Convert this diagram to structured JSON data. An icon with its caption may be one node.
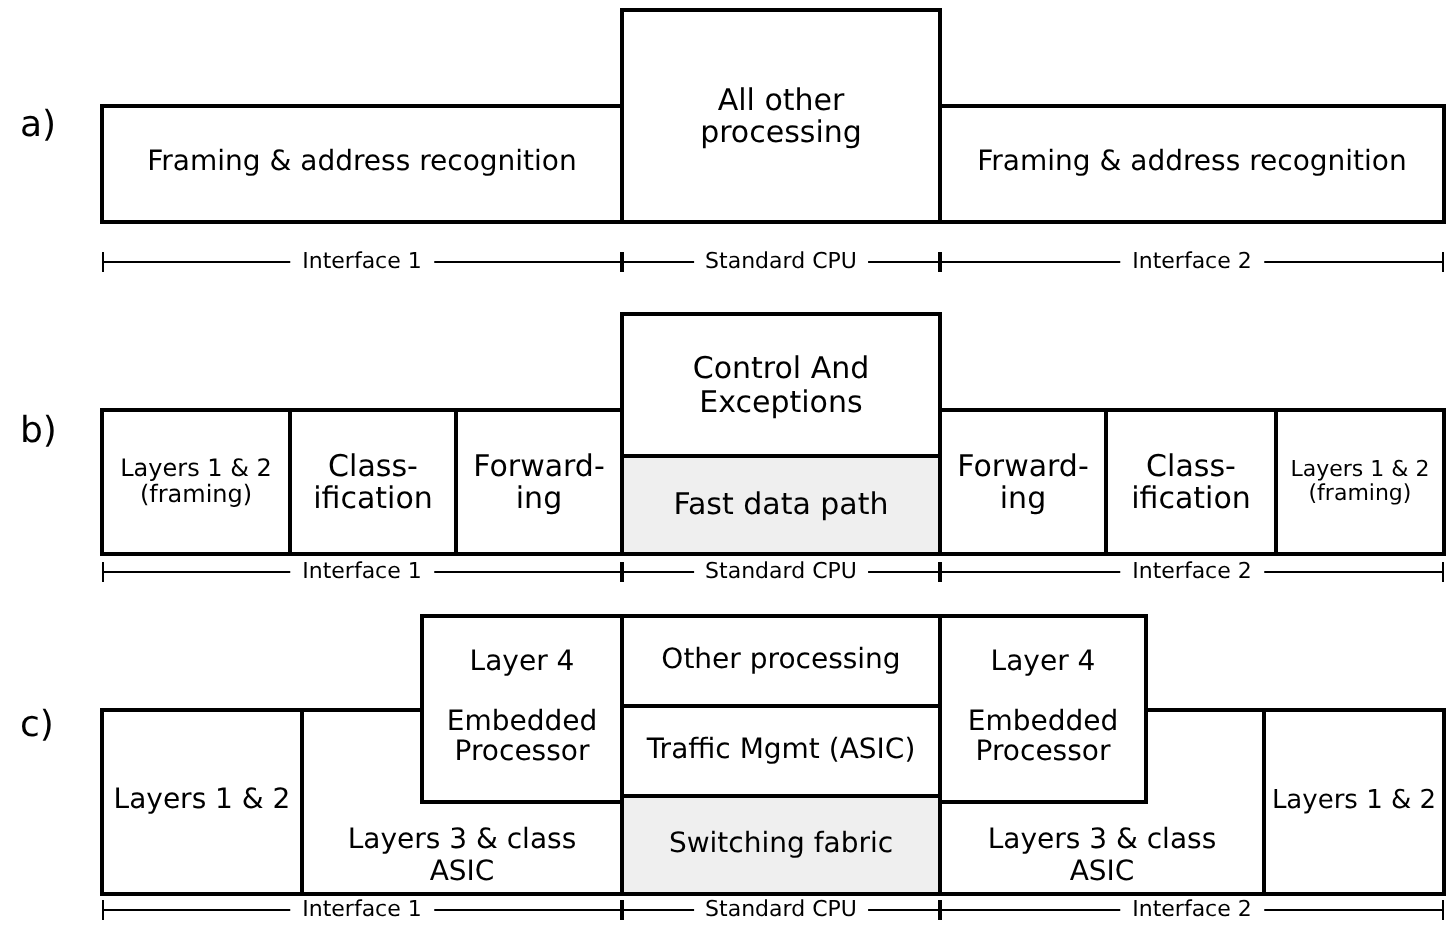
{
  "diagram": {
    "nodes": [
      {
        "text": [
          "Framing & address recognition"
        ]
      },
      {
        "text": [
          "All other processing"
        ]
      },
      {
        "text": [
          "Framing & address recognition"
        ]
      },
      {
        "text": [
          "Layers 1 & 2 (framing)"
        ]
      },
      {
        "text": [
          "Class- ification"
        ]
      },
      {
        "text": [
          "Forward- ing"
        ]
      },
      {
        "text": [
          "Control And Exceptions"
        ]
      },
      {
        "text": [
          "Fast data path"
        ]
      },
      {
        "text": [
          "Forward- ing"
        ]
      },
      {
        "text": [
          "Class- ification"
        ]
      },
      {
        "text": [
          "Layers 1 & 2 (framing)"
        ]
      },
      {
        "text": [
          "Layers 1 & 2"
        ]
      },
      {
        "text": [
          "Layers 3 & class ASIC"
        ]
      },
      {
        "text": [
          "Layer 4",
          "Embedded Processor"
        ]
      },
      {
        "text": [
          "Other processing"
        ]
      },
      {
        "text": [
          "Traffic Mgmt (ASIC)"
        ]
      },
      {
        "text": [
          "Switching fabric"
        ]
      },
      {
        "text": [
          "Layer 4",
          "Embedded Processor"
        ]
      },
      {
        "text": [
          "Layers 3 & class ASIC"
        ]
      },
      {
        "text": [
          "Layers 1 & 2"
        ]
      }
    ],
    "labels": [
      "a)",
      "Interface 1",
      "Standard CPU",
      "Interface 2",
      "b)",
      "Interface 1",
      "Standard CPU",
      "Interface 2",
      "c)",
      "Interface 1",
      "Standard CPU",
      "Interface 2"
    ]
  }
}
